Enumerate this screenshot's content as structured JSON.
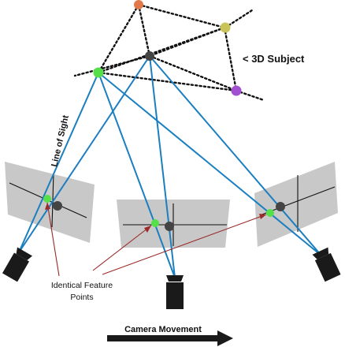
{
  "labels": {
    "subject": "< 3D Subject",
    "line_of_sight": "Line of Sight",
    "feature_line1": "Identical Feature",
    "feature_line2": "Points",
    "camera_movement": "Camera Movement"
  },
  "colors": {
    "line_of_sight": "#1a7fc1",
    "image_plane": "#c8c8c8",
    "feature_point": "#55e04a",
    "pointer": "#9b2a2a",
    "camera": "#1a1a1a",
    "point_orange": "#e07a4a",
    "point_yellow": "#c9c45a",
    "point_purple": "#a050d0",
    "point_dark": "#444444",
    "point_green": "#55e04a"
  },
  "icons": {
    "camera": "camera-body-icon",
    "arrow": "right-arrow-icon"
  }
}
